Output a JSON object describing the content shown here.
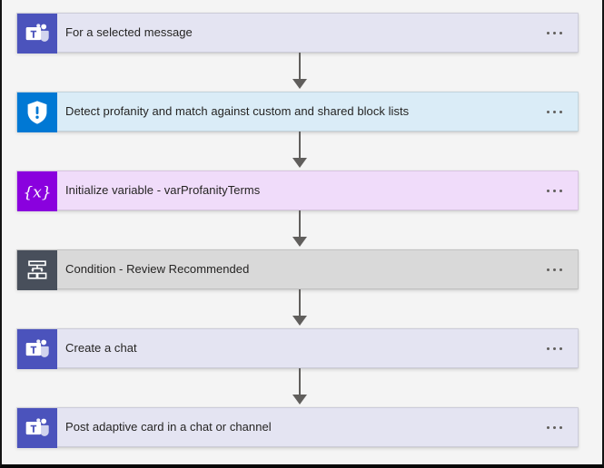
{
  "flow": {
    "background_color": "#f4f4f4",
    "connector_color": "#605e5c",
    "steps": [
      {
        "title": "For a selected message",
        "icon": "microsoft-teams-icon",
        "icon_bg": "#4b53bc",
        "card_bg": "#e4e4f2",
        "menu_label": "More commands"
      },
      {
        "title": "Detect profanity and match against custom and shared block lists",
        "icon": "content-moderator-shield-icon",
        "icon_bg": "#0078d4",
        "card_bg": "#daecf7",
        "menu_label": "More commands"
      },
      {
        "title": "Initialize variable - varProfanityTerms",
        "icon": "variable-braces-icon",
        "icon_bg": "#8a01de",
        "card_bg": "#f0dcfa",
        "menu_label": "More commands"
      },
      {
        "title": "Condition - Review Recommended",
        "icon": "condition-branch-icon",
        "icon_bg": "#484f5b",
        "card_bg": "#d9d9d9",
        "menu_label": "More commands"
      },
      {
        "title": "Create a chat",
        "icon": "microsoft-teams-icon",
        "icon_bg": "#4b53bc",
        "card_bg": "#e4e4f2",
        "menu_label": "More commands"
      },
      {
        "title": "Post adaptive card in a chat or channel",
        "icon": "microsoft-teams-icon",
        "icon_bg": "#4b53bc",
        "card_bg": "#e4e4f2",
        "menu_label": "More commands"
      }
    ]
  }
}
